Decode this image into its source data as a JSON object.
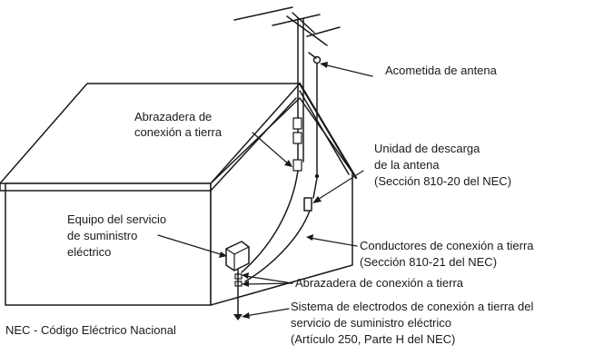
{
  "labels": {
    "antenna_lead_in": "Acometida de antena",
    "ground_clamp_top_line1": "Abrazadera de",
    "ground_clamp_top_line2": "conexión a tierra",
    "discharge_unit_line1": "Unidad de descarga",
    "discharge_unit_line2": "de la antena",
    "discharge_unit_line3": "(Sección 810-20 del NEC)",
    "service_equipment_line1": "Equipo del servicio",
    "service_equipment_line2": "de suministro",
    "service_equipment_line3": "eléctrico",
    "grounding_conductors_line1": "Conductores de conexión a tierra",
    "grounding_conductors_line2": "(Sección 810-21 del NEC)",
    "ground_clamp_bottom": "Abrazadera de conexión a tierra",
    "electrode_system_line1": "Sistema de electrodos de conexión a tierra del",
    "electrode_system_line2": "servicio de suministro eléctrico",
    "electrode_system_line3": "(Artículo 250, Parte H del NEC)",
    "nec_footnote": "NEC - Código Eléctrico Nacional"
  }
}
